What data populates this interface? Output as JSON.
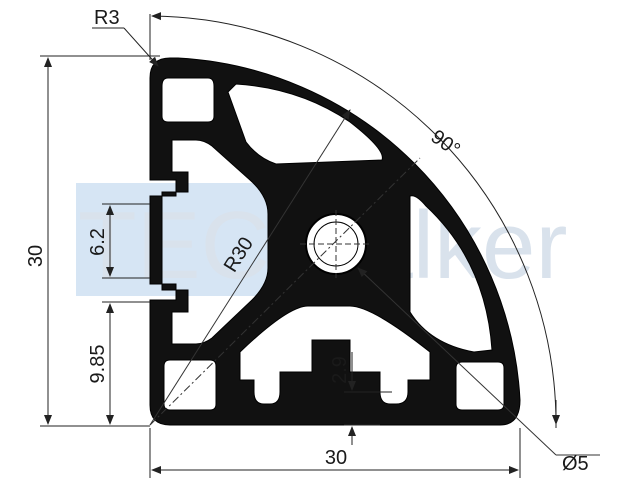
{
  "watermark": {
    "brand_a": "TEC",
    "brand_b": "walker",
    "tint": "#cfe0f2",
    "text_color": "#d9e2ec"
  },
  "dimensions": {
    "corner_radius": "R3",
    "angle": "90°",
    "height": "30",
    "slot_width": "6.2",
    "outer_radius": "R30",
    "offset": "9.85",
    "slot_depth": "2.9",
    "width": "30",
    "bore": "Ø5"
  },
  "colors": {
    "profile_fill": "#111111",
    "line": "#222222",
    "background": "#ffffff"
  }
}
